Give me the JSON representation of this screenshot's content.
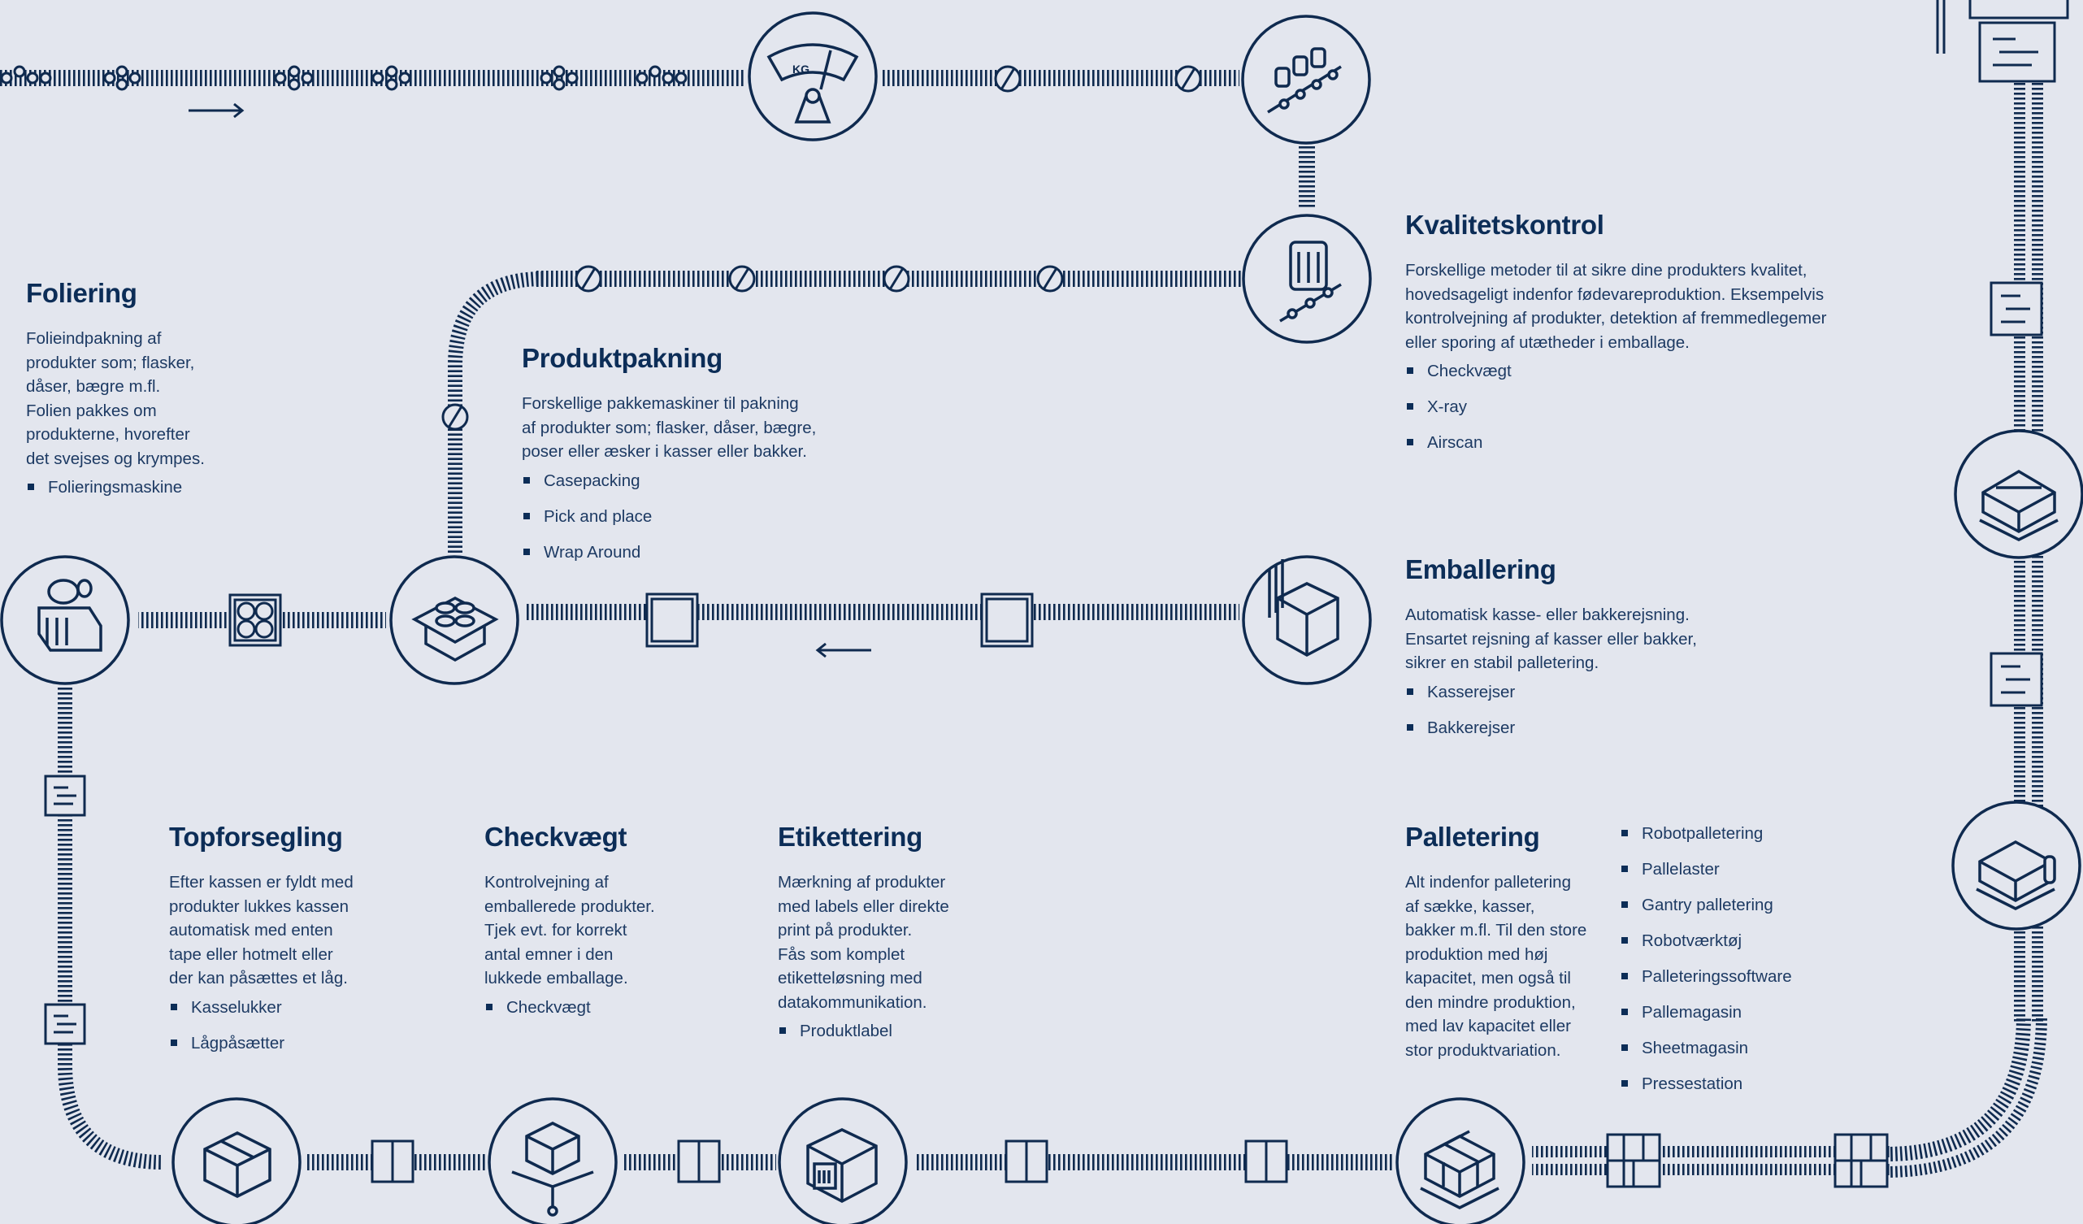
{
  "colors": {
    "background": "#e3e6ee",
    "line": "#0f2a4f",
    "heading": "#0c2d57",
    "text": "#1d3a63"
  },
  "sections": {
    "foliering": {
      "title": "Foliering",
      "lines": [
        "Folieindpakning af",
        "produkter som; flasker,",
        "dåser, bægre m.fl.",
        "Folien pakkes om",
        "produkterne, hvorefter",
        "det svejses og krympes."
      ],
      "items": [
        "Folieringsmaskine"
      ]
    },
    "produktpakning": {
      "title": "Produktpakning",
      "lines": [
        "Forskellige pakkemaskiner til pakning",
        "af produkter som; flasker, dåser, bægre,",
        "poser eller æsker i kasser eller bakker."
      ],
      "items": [
        "Casepacking",
        "Pick and place",
        "Wrap Around"
      ]
    },
    "kvalitetskontrol": {
      "title": "Kvalitetskontrol",
      "lines": [
        "Forskellige metoder til at sikre dine produkters kvalitet,",
        "hovedsageligt indenfor fødevareproduktion. Eksempelvis",
        "kontrolvejning af produkter, detektion af fremmedlegemer",
        "eller sporing af utætheder i emballage."
      ],
      "items": [
        "Checkvægt",
        "X-ray",
        "Airscan"
      ]
    },
    "emballering": {
      "title": "Emballering",
      "lines": [
        "Automatisk kasse- eller bakkerejsning.",
        "Ensartet rejsning af kasser eller bakker,",
        "sikrer en stabil palletering."
      ],
      "items": [
        "Kasserejser",
        "Bakkerejser"
      ]
    },
    "topforsegling": {
      "title": "Topforsegling",
      "lines": [
        "Efter kassen er fyldt med",
        "produkter lukkes kassen",
        "automatisk med enten",
        "tape eller hotmelt eller",
        "der kan påsættes et låg."
      ],
      "items": [
        "Kasselukker",
        "Lågpåsætter"
      ]
    },
    "checkvaegt": {
      "title": "Checkvægt",
      "lines": [
        "Kontrolvejning af",
        "emballerede produkter.",
        "Tjek evt. for korrekt",
        "antal emner i den",
        "lukkede emballage."
      ],
      "items": [
        "Checkvægt"
      ]
    },
    "etikettering": {
      "title": "Etikettering",
      "lines": [
        "Mærkning af produkter",
        "med labels eller direkte",
        "print på produkter.",
        "Fås som komplet",
        "etiketteløsning med",
        "datakommunikation."
      ],
      "items": [
        "Produktlabel"
      ]
    },
    "palletering": {
      "title": "Palletering",
      "lines": [
        "Alt indenfor palletering",
        "af sække, kasser,",
        "bakker m.fl. Til den store",
        "produktion med høj",
        "kapacitet, men også til",
        "den mindre produktion,",
        "med lav kapacitet eller",
        "stor produktvariation."
      ],
      "items": [
        "Robotpalletering",
        "Pallelaster",
        "Gantry palletering",
        "Robotværktøj",
        "Palleteringssoftware",
        "Pallemagasin",
        "Sheetmagasin",
        "Pressestation"
      ]
    }
  },
  "icons": {
    "scale": "scale-kg-icon",
    "cans_conveyor": "cans-conveyor-icon",
    "xray": "xray-inspection-icon",
    "box_erector": "box-erector-icon",
    "case_packer": "case-packer-icon",
    "film_wrapper": "film-wrapper-icon",
    "pallet_top": "pallet-wrapped-icon",
    "pallet_bottom": "pallet-stretch-icon",
    "top_sealer": "closed-box-icon",
    "checkweigher": "box-on-scale-icon",
    "labeler": "labelled-box-icon",
    "palletizer": "pallet-stack-icon"
  }
}
